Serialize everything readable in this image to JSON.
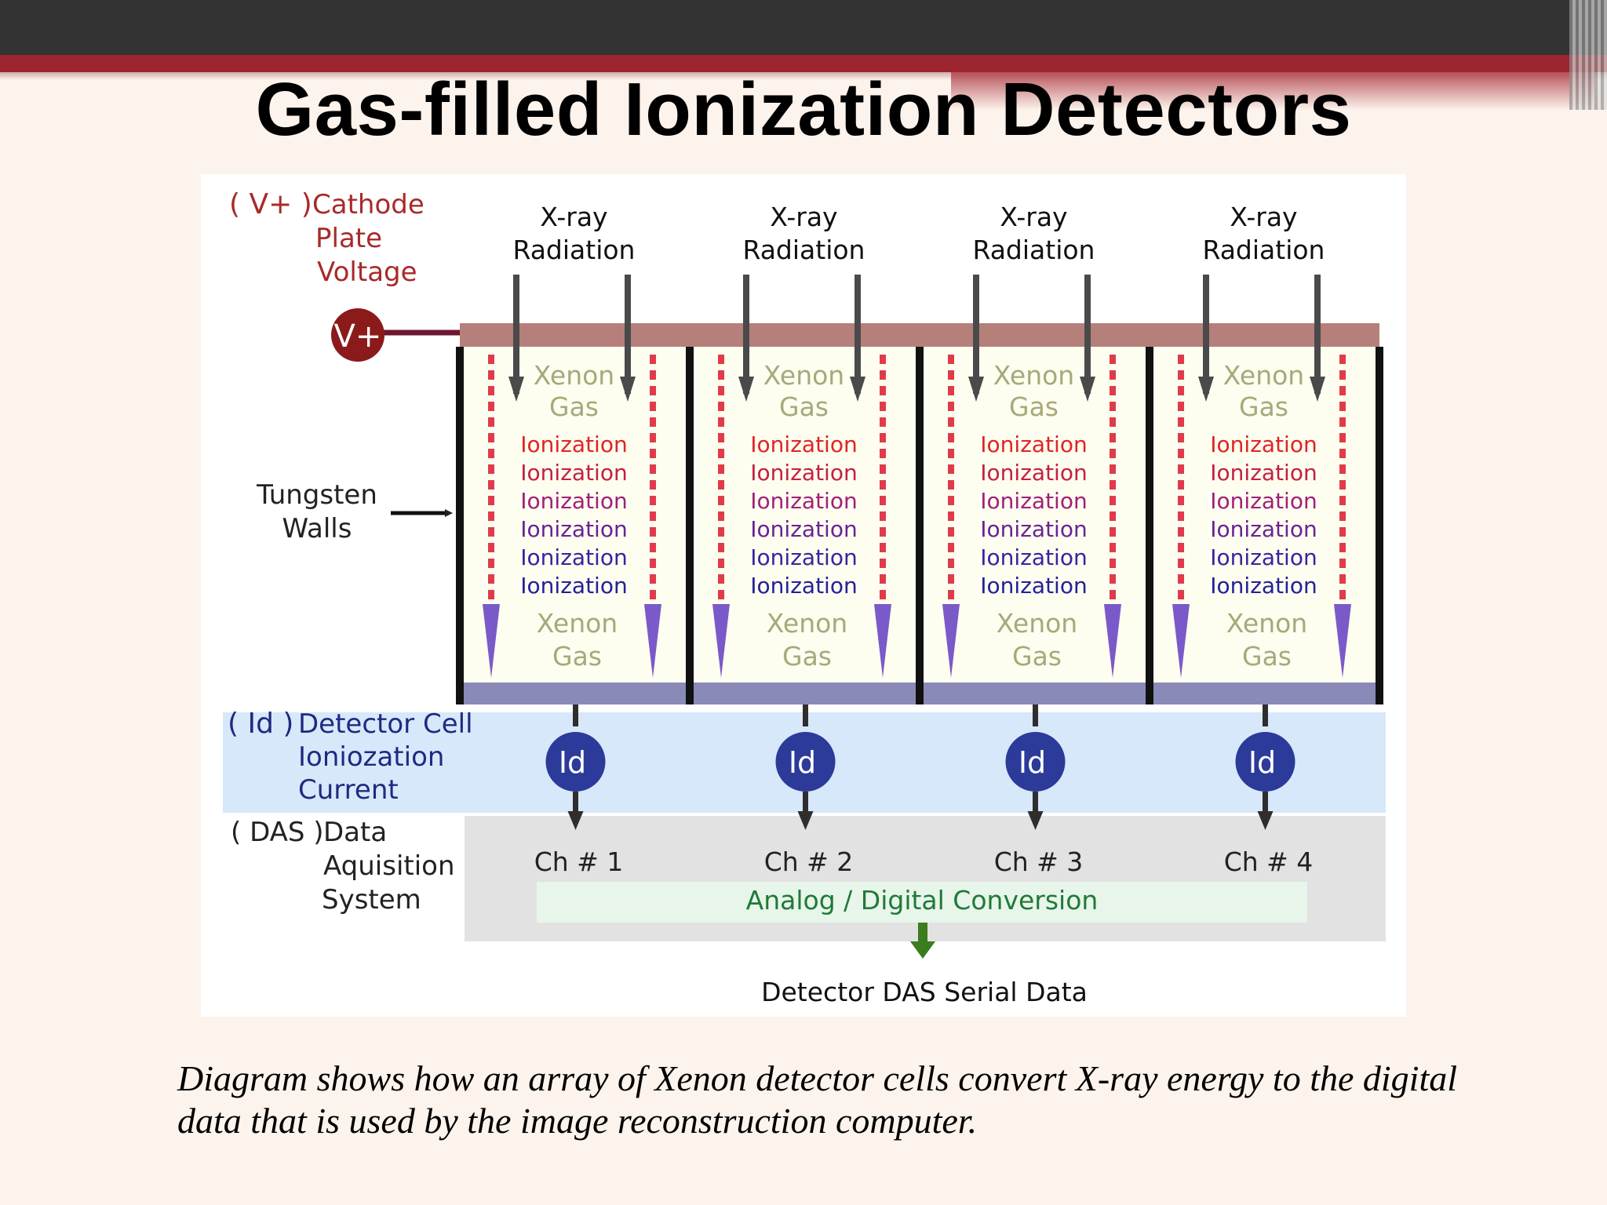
{
  "slide": {
    "title": "Gas-filled Ionization Detectors",
    "caption": "Diagram shows  how an array of Xenon detector cells convert X-ray energy to the digital data that is used by the image reconstruction computer."
  },
  "diagram": {
    "cathode_label": {
      "prefix": "( V+ )",
      "lines": [
        "Cathode",
        "Plate",
        "Voltage"
      ]
    },
    "cathode_symbol": "V+",
    "tungsten_label": [
      "Tungsten",
      "Walls"
    ],
    "current_label": {
      "prefix": "( Id )",
      "lines": [
        "Detector Cell",
        "Ioniozation",
        "Current"
      ]
    },
    "das_label": {
      "prefix": "( DAS )",
      "lines": [
        "Data",
        "Aquisition",
        "System"
      ]
    },
    "cells": [
      {
        "radiation": [
          "X-ray",
          "Radiation"
        ],
        "gas_top": [
          "Xenon",
          "Gas"
        ],
        "gas_bottom": [
          "Xenon",
          "Gas"
        ],
        "current_symbol": "Id",
        "channel": "Ch # 1"
      },
      {
        "radiation": [
          "X-ray",
          "Radiation"
        ],
        "gas_top": [
          "Xenon",
          "Gas"
        ],
        "gas_bottom": [
          "Xenon",
          "Gas"
        ],
        "current_symbol": "Id",
        "channel": "Ch # 2"
      },
      {
        "radiation": [
          "X-ray",
          "Radiation"
        ],
        "gas_top": [
          "Xenon",
          "Gas"
        ],
        "gas_bottom": [
          "Xenon",
          "Gas"
        ],
        "current_symbol": "Id",
        "channel": "Ch # 3"
      },
      {
        "radiation": [
          "X-ray",
          "Radiation"
        ],
        "gas_top": [
          "Xenon",
          "Gas"
        ],
        "gas_bottom": [
          "Xenon",
          "Gas"
        ],
        "current_symbol": "Id",
        "channel": "Ch # 4"
      }
    ],
    "ionization_word": "Ionization",
    "ionization_colors": [
      "#e02424",
      "#c42040",
      "#a0207a",
      "#6a2295",
      "#3a23a0",
      "#23209a"
    ],
    "conversion_label": "Analog / Digital Conversion",
    "output_label": "Detector DAS Serial Data",
    "colors": {
      "cathode_plate": "#b5807a",
      "anode_plate": "#8a8ab8",
      "cell_fill": "#fdfdf0",
      "current_band": "#d8e8fb",
      "das_band": "#e2e2e2",
      "conversion_bar": "#e8f5ea",
      "current_circle": "#2c3a9a",
      "cathode_circle": "#8b1a1a",
      "gas_text": "#a8a87a",
      "label_red": "#a82a2a",
      "label_blue": "#1f2a80",
      "conversion_text": "#1f7a38",
      "output_arrow": "#3a7d1e"
    },
    "icons": {
      "xray_arrow": "down-arrow-icon",
      "current": "current-circle-icon",
      "cathode": "voltage-circle-icon"
    }
  }
}
